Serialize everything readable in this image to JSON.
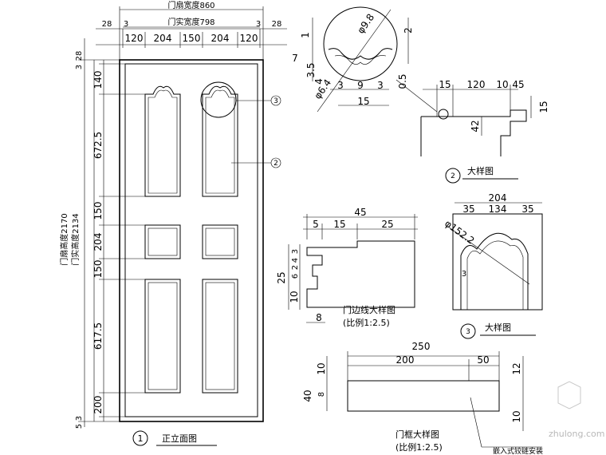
{
  "front": {
    "top_widths": [
      "28",
      "3",
      "120",
      "204",
      "150",
      "204",
      "120",
      "3",
      "28"
    ],
    "total_width_label": "门扇宽度860",
    "inner_width_label": "门实宽度798",
    "left_heights": [
      "28",
      "3",
      "140",
      "672.5",
      "150",
      "204",
      "150",
      "617.5",
      "200",
      "3",
      "5"
    ],
    "total_height_label": "门扇高度2170",
    "inner_height_label": "门实高度2134",
    "callouts": [
      "3",
      "2"
    ],
    "title_num": "1",
    "title": "正立面图"
  },
  "detail_top": {
    "dims": [
      "1",
      "7",
      "3.5",
      "4",
      "3",
      "9",
      "3",
      "15",
      "0.5",
      "2"
    ],
    "dia_label_1": "φ9.8",
    "dia_label_2": "φ6.4"
  },
  "detail2": {
    "dims": [
      "15",
      "120",
      "10",
      "45",
      "15",
      "42"
    ],
    "num": "2",
    "title": "大样图"
  },
  "detail3": {
    "dims": [
      "204",
      "35",
      "134",
      "35",
      "3"
    ],
    "dia_label": "φ152.2",
    "num": "3",
    "title": "大样图"
  },
  "molding": {
    "top_dims": [
      "45",
      "5",
      "15",
      "25"
    ],
    "left_dims": [
      "25",
      "3",
      "4",
      "2",
      "6",
      "10"
    ],
    "bottom_dim": "8",
    "title": "门边线大样图",
    "scale": "(比例1:2.5)"
  },
  "frame": {
    "top_dims": [
      "250",
      "200",
      "50"
    ],
    "left_dims": [
      "10",
      "40",
      "8"
    ],
    "right_dims": [
      "12",
      "10"
    ],
    "title": "门框大样图",
    "scale": "(比例1:2.5)",
    "note": "嵌入式铰链安装"
  },
  "watermark": "zhulong.com"
}
